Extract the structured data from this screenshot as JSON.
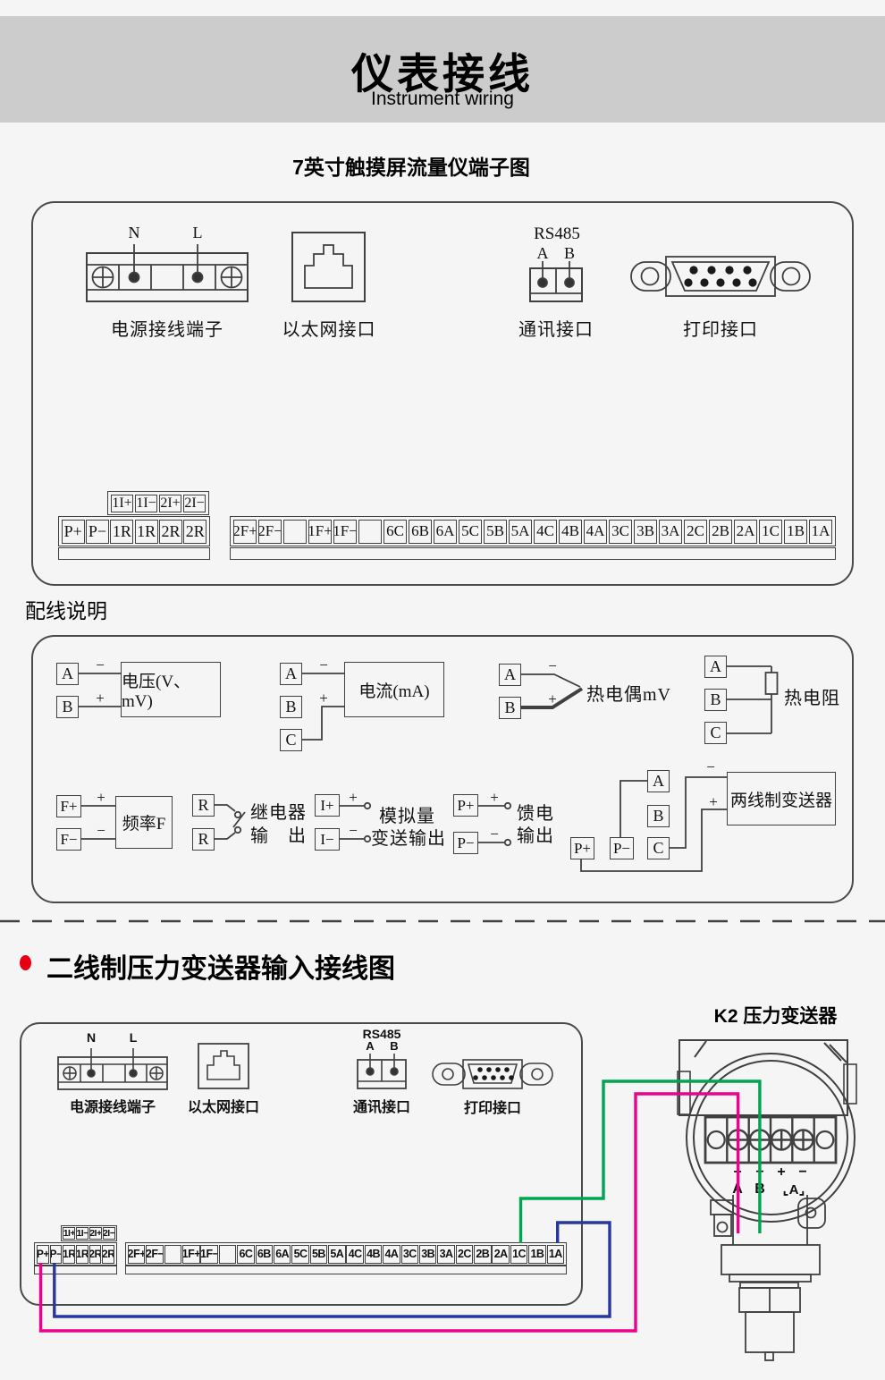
{
  "header": {
    "title": "仪表接线",
    "subtitle": "Instrument wiring"
  },
  "diagram1": {
    "title": "7英寸触摸屏流量仪端子图",
    "power": {
      "pin_n": "N",
      "pin_l": "L",
      "label": "电源接线端子"
    },
    "ethernet": {
      "label": "以太网接口"
    },
    "comm": {
      "bus": "RS485",
      "pin_a": "A",
      "pin_b": "B",
      "label": "通讯接口"
    },
    "printer": {
      "label": "打印接口"
    },
    "strip_io": [
      "1I+",
      "1I−",
      "2I+",
      "2I−"
    ],
    "strip_left": [
      "P+",
      "P−",
      "1R",
      "1R",
      "2R",
      "2R"
    ],
    "strip_main": [
      "2F+",
      "2F−",
      "",
      "1F+",
      "1F−",
      "",
      "6C",
      "6B",
      "6A",
      "5C",
      "5B",
      "5A",
      "4C",
      "4B",
      "4A",
      "3C",
      "3B",
      "3A",
      "2C",
      "2B",
      "2A",
      "1C",
      "1B",
      "1A"
    ]
  },
  "wiring_notes": {
    "heading": "配线说明",
    "signs": {
      "plus": "+",
      "minus": "−"
    },
    "voltage": {
      "t1": "A",
      "t2": "B",
      "box": "电压(V、mV)"
    },
    "current": {
      "t1": "A",
      "t2": "B",
      "t3": "C",
      "box": "电流(mA)"
    },
    "thermocouple": {
      "t1": "A",
      "t2": "B",
      "label": "热电偶mV"
    },
    "rtd": {
      "t1": "A",
      "t2": "B",
      "t3": "C",
      "label": "热电阻"
    },
    "frequency": {
      "t1": "F+",
      "t2": "F−",
      "box": "频率F"
    },
    "relay": {
      "t1": "R",
      "t2": "R",
      "label_line1": "继电器",
      "label_line2": "输　出"
    },
    "analog": {
      "t1": "I+",
      "t2": "I−",
      "label_line1": "模拟量",
      "label_line2": "变送输出"
    },
    "feed": {
      "t1": "P+",
      "t2": "P−",
      "label_line1": "馈电",
      "label_line2": "输出"
    },
    "two_wire": {
      "t1": "A",
      "t2": "B",
      "t3": "C",
      "b1": "P+",
      "b2": "P−",
      "box": "两线制变送器"
    }
  },
  "diagram2": {
    "bullet_title": "二线制压力变送器输入接线图",
    "transmitter_title": "K2 压力变送器",
    "power": {
      "pin_n": "N",
      "pin_l": "L",
      "label": "电源接线端子"
    },
    "ethernet": {
      "label": "以太网接口"
    },
    "comm": {
      "bus": "RS485",
      "pin_a": "A",
      "pin_b": "B",
      "label": "通讯接口"
    },
    "printer": {
      "label": "打印接口"
    },
    "strip_io": [
      "1I+",
      "1I−",
      "2I+",
      "2I−"
    ],
    "strip_left": [
      "P+",
      "P−",
      "1R",
      "1R",
      "2R",
      "2R"
    ],
    "strip_main": [
      "2F+",
      "2F−",
      "",
      "1F+",
      "1F−",
      "",
      "6C",
      "6B",
      "6A",
      "5C",
      "5B",
      "5A",
      "4C",
      "4B",
      "4A",
      "3C",
      "3B",
      "3A",
      "2C",
      "2B",
      "2A",
      "1C",
      "1B",
      "1A"
    ],
    "transmitter": {
      "sign1": "+",
      "sign2": "−",
      "sign3": "+",
      "sign4": "−",
      "pin_a": "A",
      "pin_b": "B",
      "bracket": "⌞A⌟"
    }
  },
  "colors": {
    "wire_green": "#00a551",
    "wire_pink": "#ec008c",
    "wire_blue": "#2836a0",
    "bullet_red": "#e60012",
    "line": "#404040",
    "band_gray": "#cdcccc"
  }
}
